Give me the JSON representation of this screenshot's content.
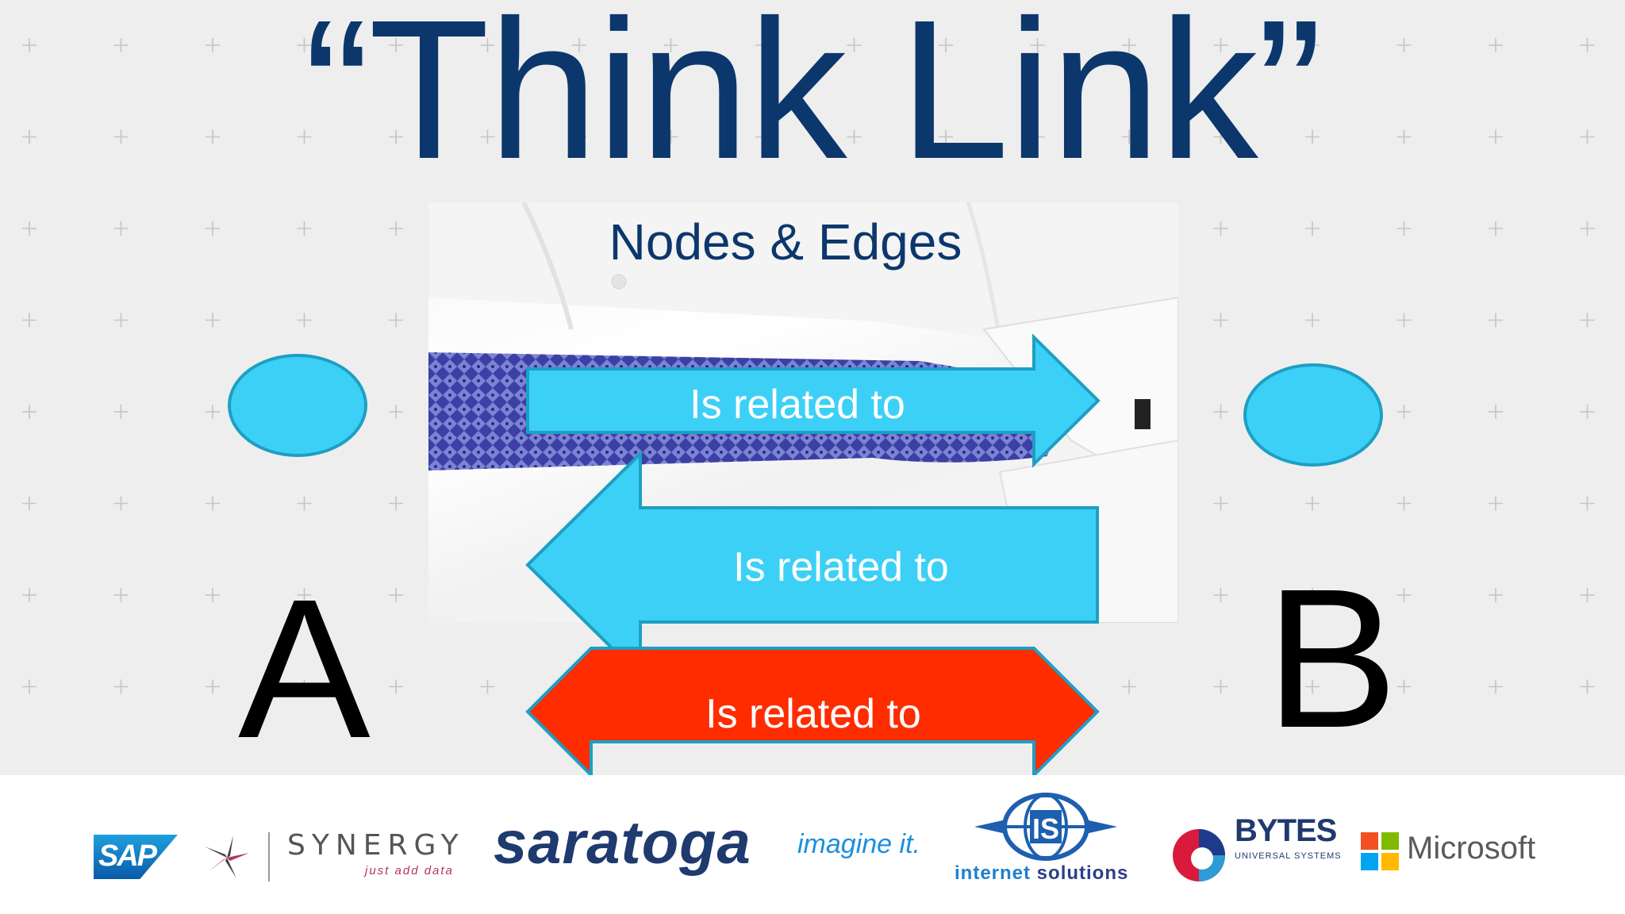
{
  "title": "“Think Link”",
  "subtitle": "Nodes & Edges",
  "nodes": {
    "a": {
      "label": "A"
    },
    "b": {
      "label": "B"
    }
  },
  "edges": [
    {
      "direction": "right",
      "label": "Is related to",
      "color": "#3dd0f7"
    },
    {
      "direction": "left",
      "label": "Is related to",
      "color": "#3dd0f7"
    },
    {
      "direction": "both",
      "label": "Is related to",
      "color": "#ff2c00"
    }
  ],
  "logos": {
    "sap": "SAP",
    "synergy": "SYNERGY",
    "synergy_tagline": "just add data",
    "saratoga": "saratoga",
    "imagine": "imagine it.",
    "internet_solutions_a": "internet",
    "internet_solutions_b": " solutions",
    "bytes": "BYTES",
    "bytes_sub": "UNIVERSAL SYSTEMS",
    "microsoft": "Microsoft"
  },
  "colors": {
    "title": "#0c376c",
    "node_fill": "#3dd0f7",
    "arrow_blue": "#3dd0f7",
    "arrow_red": "#ff2c00"
  }
}
